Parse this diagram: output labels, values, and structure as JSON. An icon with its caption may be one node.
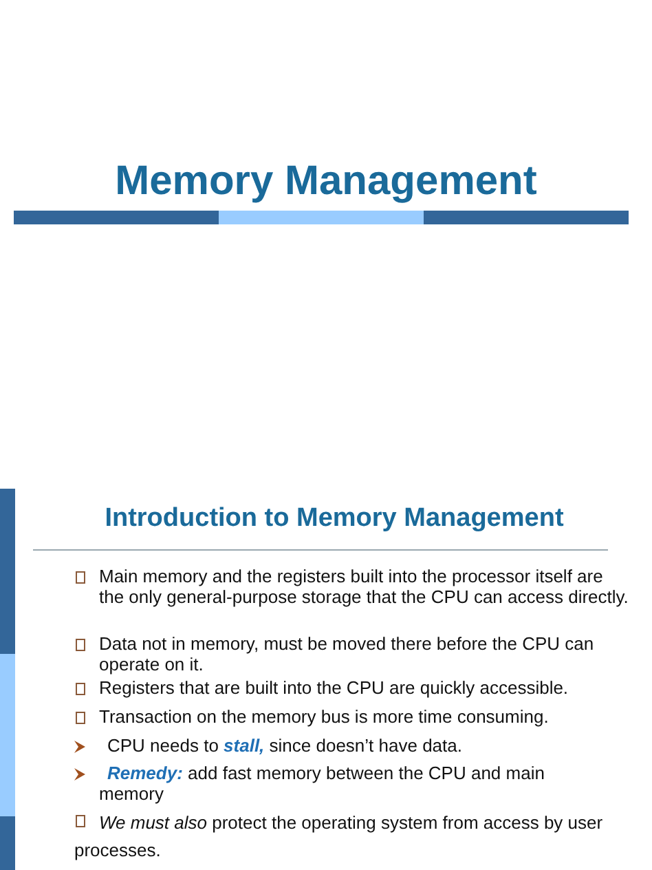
{
  "diagram": {
    "title": "Memory Management",
    "labels": [
      "Introduction to Memory Management",
      "Main memory and the registers built into the processor itself are the only general-purpose storage that the CPU can access directly.",
      "Data not in memory, must be moved there before the CPU can operate on it.",
      "Registers that are built into the CPU are quickly accessible.",
      "Transaction on the memory bus is more time consuming.",
      "CPU needs to *stall,* since doesn’t have data.",
      "*Remedy:* add fast memory between the CPU and main memory",
      "*We must also* protect the operating system from access by user processes."
    ]
  }
}
